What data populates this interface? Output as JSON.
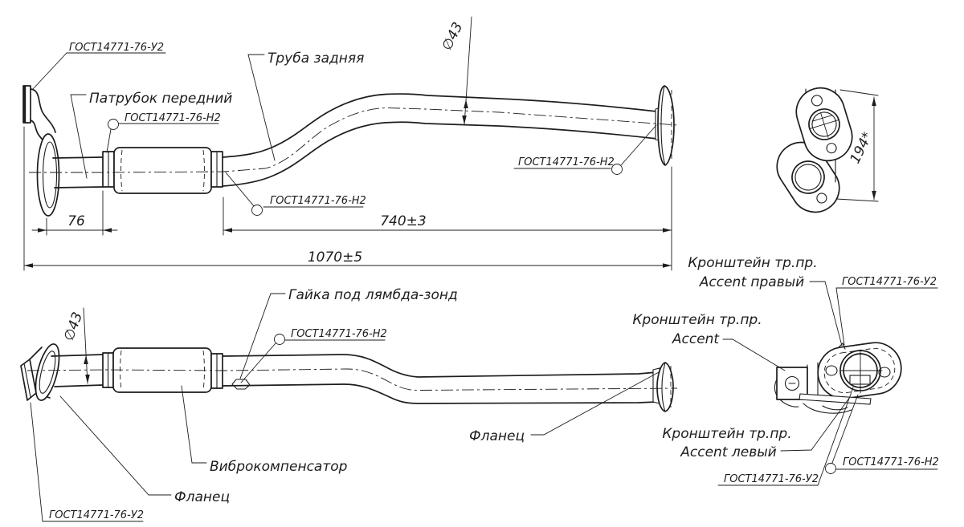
{
  "drawing": {
    "background": "#ffffff",
    "ink": "#1d1d1d",
    "callouts": {
      "weld_gost_u2": "ГОСТ14771-76-У2",
      "weld_gost_n2": "ГОСТ14771-76-Н2"
    },
    "top_view": {
      "part_labels": {
        "front_pipe": "Патрубок передний",
        "rear_pipe": "Труба задняя"
      },
      "dimensions": {
        "front_stub_length": "76",
        "rear_pipe_length": "740±3",
        "overall_length": "1070±5",
        "pipe_diameter": "∅43"
      }
    },
    "bottom_view": {
      "part_labels": {
        "lambda_nut": "Гайка под лямбда-зонд",
        "vibro_compensator": "Виброкомпенсатор",
        "flange": "Фланец"
      },
      "dimensions": {
        "pipe_diameter": "∅43"
      }
    },
    "flange_detail": {
      "dimensions": {
        "flange_span": "194*"
      }
    },
    "bracket_detail": {
      "part_labels": {
        "bracket_prefix": "Кронштейн тр.пр.",
        "bracket_right": "Accent правый",
        "bracket_center": "Accent",
        "bracket_left": "Accent левый"
      }
    }
  }
}
